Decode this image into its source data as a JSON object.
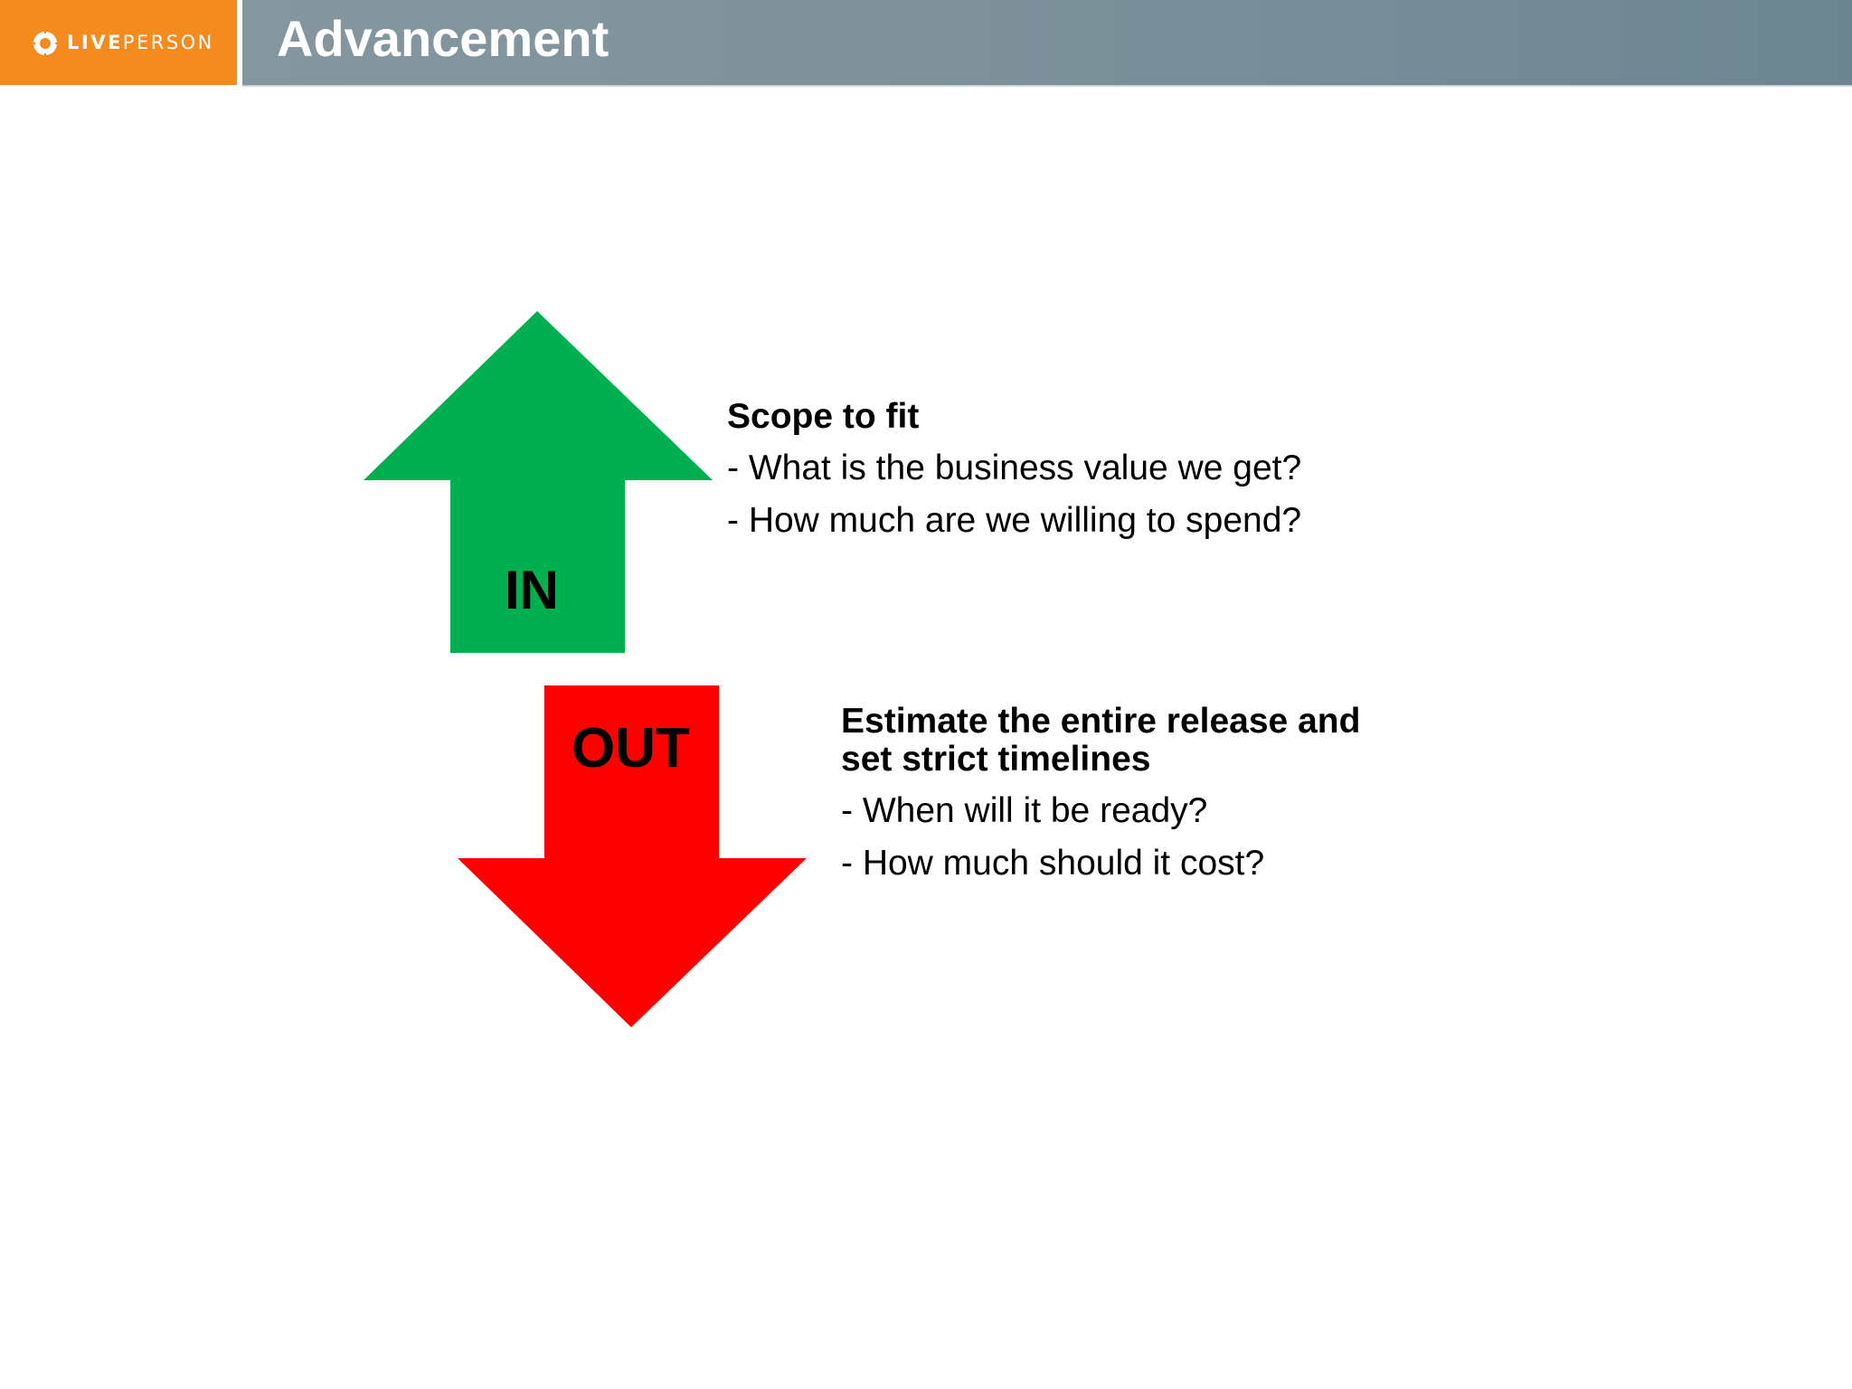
{
  "header": {
    "logo_bold": "LIVE",
    "logo_light": "PERSON",
    "title": "Advancement"
  },
  "in_arrow": {
    "label": "IN",
    "color": "#00b050"
  },
  "out_arrow": {
    "label": "OUT",
    "color": "#ff0000"
  },
  "in_text": {
    "heading": "Scope to fit",
    "bullets": [
      "- What is the business value we get?",
      "- How much are we willing to spend?"
    ]
  },
  "out_text": {
    "heading_line1": "Estimate the entire release and",
    "heading_line2": "set strict timelines",
    "bullets": [
      "- When will it be ready?",
      "- How much should it cost?"
    ]
  },
  "colors": {
    "logo_orange": "#f58a1f",
    "header_gray": "#7f929c"
  }
}
